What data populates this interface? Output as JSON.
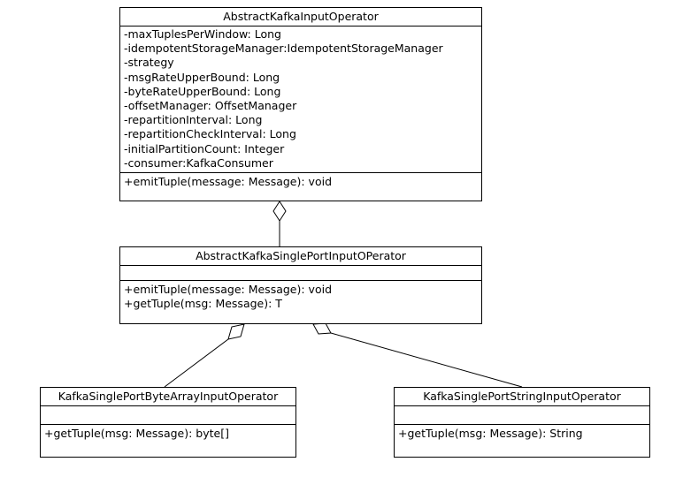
{
  "classes": {
    "abstract_kafka_input_operator": {
      "name": "AbstractKafkaInputOperator",
      "attributes": [
        "-maxTuplesPerWindow: Long",
        "-idempotentStorageManager:IdempotentStorageManager",
        "-strategy",
        "-msgRateUpperBound: Long",
        "-byteRateUpperBound: Long",
        "-offsetManager: OffsetManager",
        "-repartitionInterval: Long",
        "-repartitionCheckInterval: Long",
        "-initialPartitionCount: Integer",
        "-consumer:KafkaConsumer"
      ],
      "operations": [
        "+emitTuple(message: Message): void"
      ]
    },
    "abstract_kafka_single_port_input_operator": {
      "name": "AbstractKafkaSinglePortInputOPerator",
      "attributes": [],
      "operations": [
        "+emitTuple(message: Message): void",
        "+getTuple(msg: Message): T"
      ]
    },
    "kafka_single_port_byte_array_input_operator": {
      "name": "KafkaSinglePortByteArrayInputOperator",
      "attributes": [],
      "operations": [
        "+getTuple(msg: Message): byte[]"
      ]
    },
    "kafka_single_port_string_input_operator": {
      "name": "KafkaSinglePortStringInputOperator",
      "attributes": [],
      "operations": [
        "+getTuple(msg: Message): String"
      ]
    }
  },
  "relationships": [
    {
      "type": "aggregation",
      "whole": "AbstractKafkaInputOperator",
      "part": "AbstractKafkaSinglePortInputOPerator"
    },
    {
      "type": "aggregation",
      "whole": "AbstractKafkaSinglePortInputOPerator",
      "part": "KafkaSinglePortByteArrayInputOperator"
    },
    {
      "type": "aggregation",
      "whole": "AbstractKafkaSinglePortInputOPerator",
      "part": "KafkaSinglePortStringInputOperator"
    }
  ]
}
